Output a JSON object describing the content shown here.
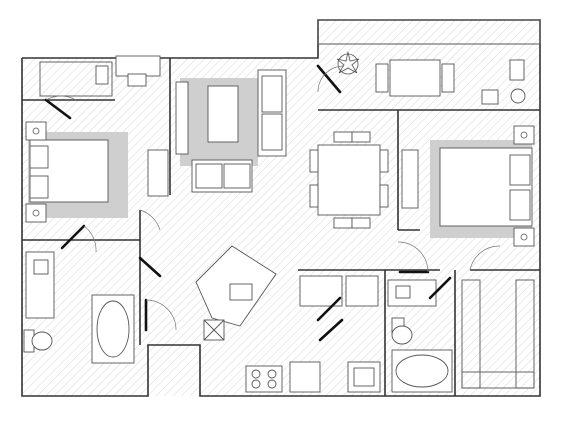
{
  "plan": {
    "description_colors": {
      "wall": "#333333",
      "hatch": "#d7d7d7",
      "rug": "#cfcfcf",
      "door": "#111111"
    },
    "rooms": [
      {
        "name": "bedroom-left"
      },
      {
        "name": "living-room"
      },
      {
        "name": "dining-area"
      },
      {
        "name": "bedroom-right"
      },
      {
        "name": "balcony"
      },
      {
        "name": "kitchen"
      },
      {
        "name": "bathroom-left"
      },
      {
        "name": "bathroom-right"
      },
      {
        "name": "walk-in-closet"
      }
    ]
  }
}
